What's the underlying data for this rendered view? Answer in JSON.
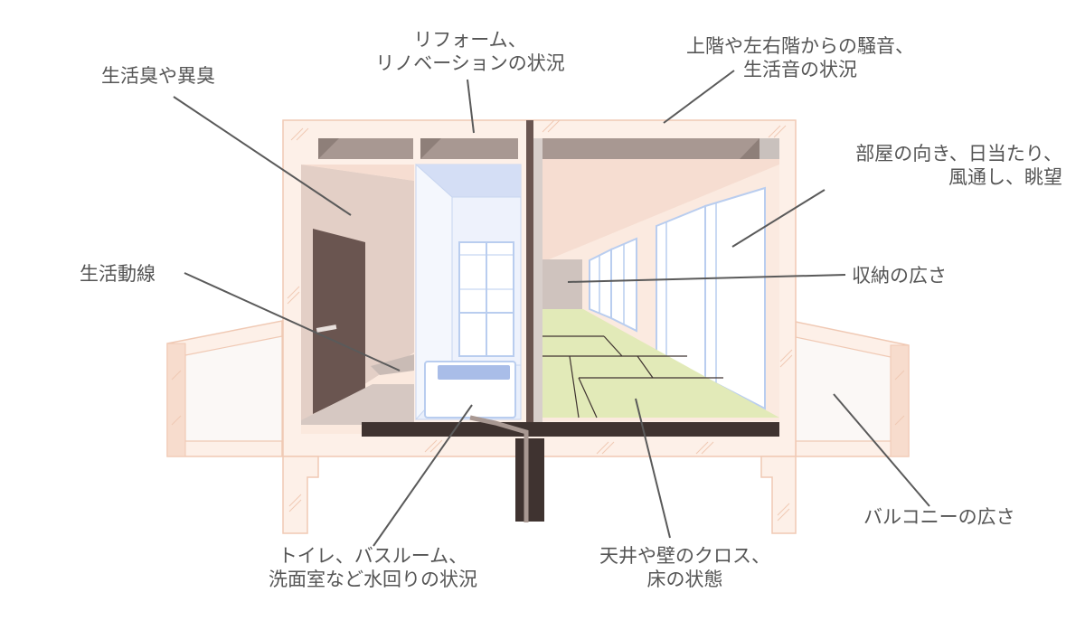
{
  "labels": {
    "odor": [
      "生活臭や異臭"
    ],
    "reform": [
      "リフォーム、",
      "リノベーションの状況"
    ],
    "noise": [
      "上階や左右階からの騒音、",
      "生活音の状況"
    ],
    "orientation": [
      "部屋の向き、日当たり、",
      "風通し、眺望"
    ],
    "movement": [
      "生活動線"
    ],
    "storage": [
      "収納の広さ"
    ],
    "balcony": [
      "バルコニーの広さ"
    ],
    "water": [
      "トイレ、バスルーム、",
      "洗面室など水回りの状況"
    ],
    "surfaces": [
      "天井や壁のクロス、",
      "床の状態"
    ]
  },
  "colors": {
    "leader_line": "#5a5a5a",
    "text": "#555555",
    "frame_fill": "#fdf0e8",
    "frame_stroke": "#f0c9b4",
    "beam": "#a89892",
    "wall_dark": "#6a5550",
    "floor_slab": "#3f3330",
    "bath_blue": "#bfcfee",
    "tatami": "#e2eab8",
    "window_stroke": "#b9cdef"
  }
}
